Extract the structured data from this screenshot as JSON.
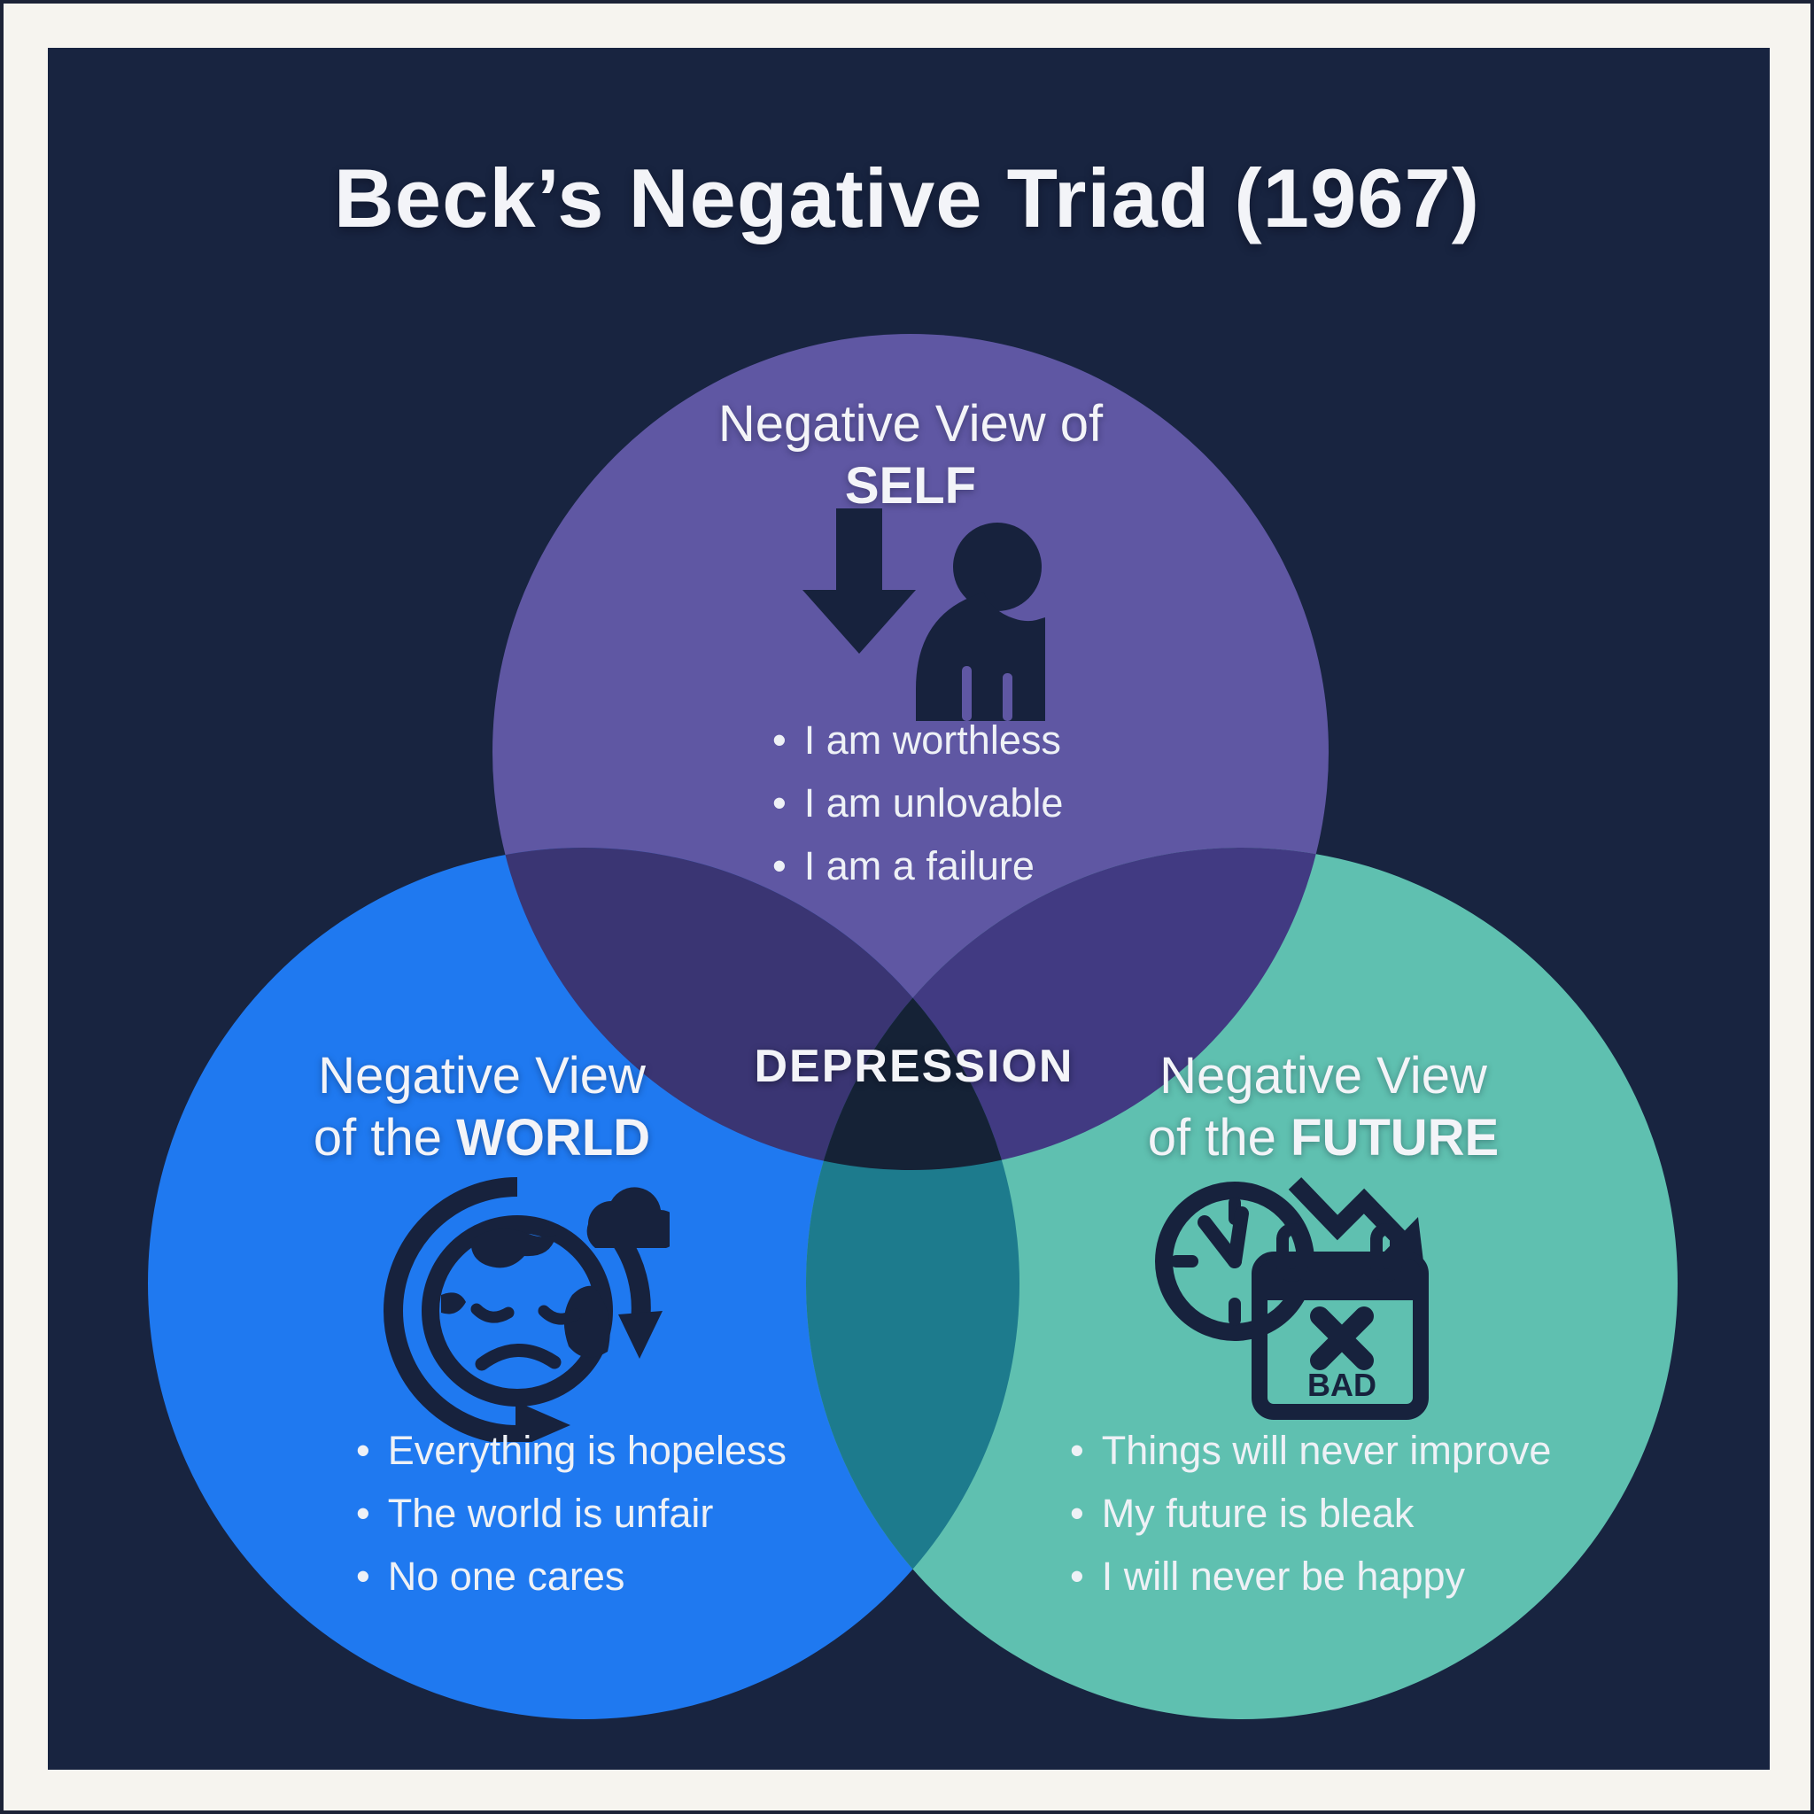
{
  "title": "Beck’s Negative Triad (1967)",
  "center_label": "DEPRESSION",
  "bullet_char": "•",
  "calendar_label": "BAD",
  "circles": [
    {
      "id": "self",
      "title_line1": "Negative View of",
      "title_prefix2": "",
      "title_bold": "SELF",
      "icon": "person-down-arrow-icon",
      "bullets": [
        "I am worthless",
        "I am unlovable",
        "I am a failure"
      ]
    },
    {
      "id": "world",
      "title_line1": "Negative View",
      "title_prefix2": "of the ",
      "title_bold": "WORLD",
      "icon": "sad-globe-rain-cloud-cycle-icon",
      "bullets": [
        "Everything is hopeless",
        "The world is unfair",
        "No one cares"
      ]
    },
    {
      "id": "future",
      "title_line1": "Negative View",
      "title_prefix2": "of the ",
      "title_bold": "FUTURE",
      "icon": "clock-calendar-decline-icon",
      "bullets": [
        "Things will never improve",
        "My future is bleak",
        "I will never be happy"
      ]
    }
  ],
  "colors": {
    "frame_white": "#f6f4ef",
    "frame_line": "#1c2337",
    "bg": "#182440",
    "purple": "#5f57a3",
    "blue": "#1f79f0",
    "teal": "#5fc0b0",
    "purple_blue": "#3a3573",
    "purple_teal": "#413a82",
    "blue_teal": "#1d7b8d",
    "triple": "#152236",
    "icon": "#17223d",
    "text": "#f3f4f8",
    "bullet_text": "#eef1f6"
  }
}
